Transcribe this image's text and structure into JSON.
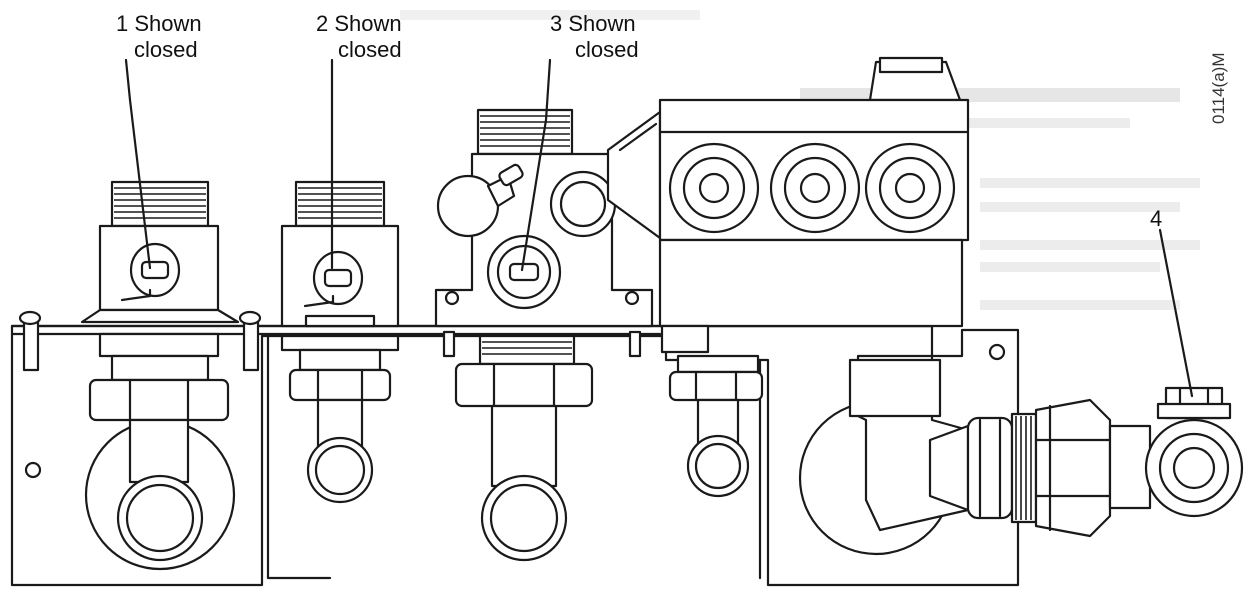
{
  "callouts": {
    "one": {
      "number": "1",
      "word": "Shown",
      "state": "closed"
    },
    "two": {
      "number": "2",
      "word": "Shown",
      "state": "closed"
    },
    "three": {
      "number": "3",
      "word": "Shown",
      "state": "closed"
    },
    "four": {
      "number": "4"
    }
  },
  "reference_code": "0114(a)M"
}
